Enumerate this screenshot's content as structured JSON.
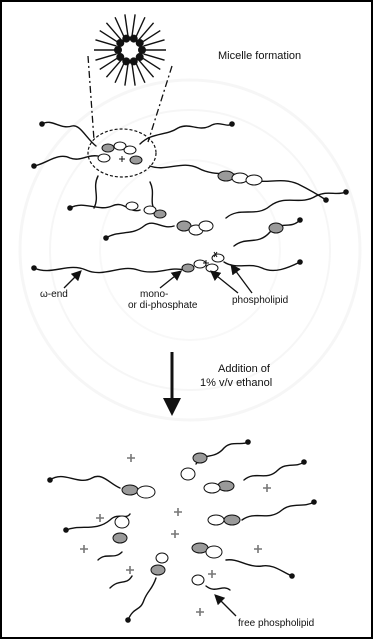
{
  "diagram": {
    "micelle_label": "Micelle formation",
    "omega_end_label": "ω-end",
    "phosphate_label_line1": "mono-",
    "phosphate_label_line2": "or di-phosphate",
    "phospholipid_label": "phospholipid",
    "addition_label_line1": "Addition of",
    "addition_label_line2": "1% v/v ethanol",
    "free_phospholipid_label": "free phospholipid"
  },
  "colors": {
    "ink": "#111111",
    "frame": "#000000",
    "head_fill": "#9a9a9a",
    "watermark": "#eeeeee"
  },
  "icons": {
    "micelle": "micelle-icon",
    "arrow": "arrow-icon",
    "star": "star-icon"
  }
}
